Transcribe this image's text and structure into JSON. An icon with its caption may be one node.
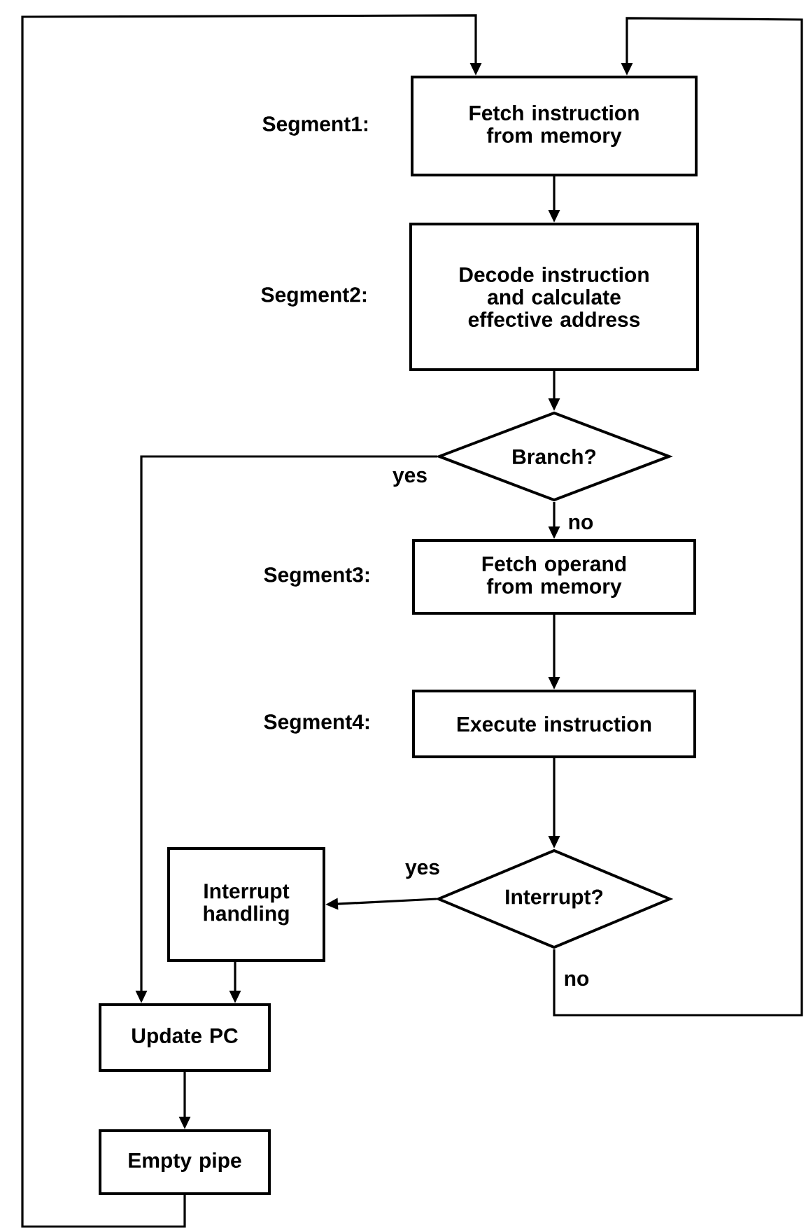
{
  "diagram": {
    "nodes": [
      {
        "text": [
          "Fetch instruction from memory"
        ],
        "beside": [
          "Segment1:"
        ]
      },
      {
        "text": [
          "Decode instruction and calculate effective address"
        ],
        "beside": [
          "Segment2:"
        ]
      },
      {
        "text": [
          "Branch?"
        ]
      },
      {
        "text": [
          "Fetch operand from memory"
        ],
        "beside": [
          "Segment3:"
        ]
      },
      {
        "text": [
          "Execute instruction"
        ],
        "beside": [
          "Segment4:"
        ]
      },
      {
        "text": [
          "Interrupt?"
        ]
      },
      {
        "text": [
          "Interrupt handling"
        ]
      },
      {
        "text": [
          "Update PC"
        ]
      },
      {
        "text": [
          "Empty pipe"
        ]
      }
    ],
    "edges": [
      {
        "from": 0,
        "to": 1,
        "arrow": "to"
      },
      {
        "from": 1,
        "to": 2,
        "arrow": "to"
      },
      {
        "from": 2,
        "to": 3,
        "arrow": "to",
        "label": "no"
      },
      {
        "from": 2,
        "to": 7,
        "arrow": "to",
        "label": "yes"
      },
      {
        "from": 3,
        "to": 4,
        "arrow": "to"
      },
      {
        "from": 4,
        "to": 5,
        "arrow": "to"
      },
      {
        "from": 5,
        "to": 6,
        "arrow": "to",
        "label": "yes"
      },
      {
        "from": 5,
        "to": 0,
        "arrow": "to",
        "label": "no"
      },
      {
        "from": 6,
        "to": 7,
        "arrow": "to"
      },
      {
        "from": 7,
        "to": 8,
        "arrow": "to"
      },
      {
        "from": 8,
        "to": 0,
        "arrow": "to"
      }
    ]
  }
}
